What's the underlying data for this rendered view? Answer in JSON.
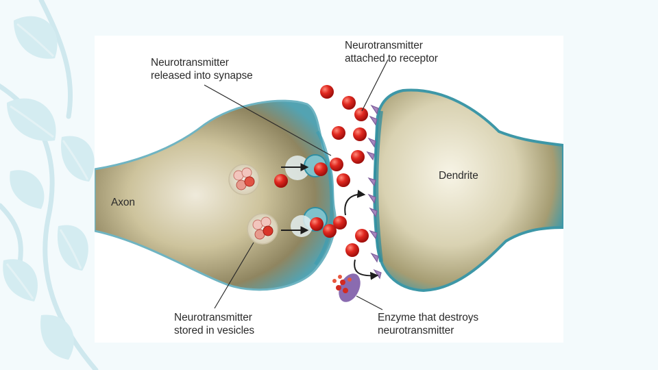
{
  "labels": {
    "released": [
      "Neurotransmitter",
      "released into synapse"
    ],
    "attached": [
      "Neurotransmitter",
      "attached to receptor"
    ],
    "axon": "Axon",
    "dendrite": "Dendrite",
    "stored": [
      "Neurotransmitter",
      "stored in vesicles"
    ],
    "enzyme": [
      "Enzyme that destroys",
      "neurotransmitter"
    ]
  },
  "colors": {
    "background": "#f3fafc",
    "decoration": "#cde8ee",
    "neurotransmitter": "#d8241e",
    "receptor": "#a585bd",
    "enzyme": "#8a6bb0",
    "membrane": "#4aa2b4"
  }
}
